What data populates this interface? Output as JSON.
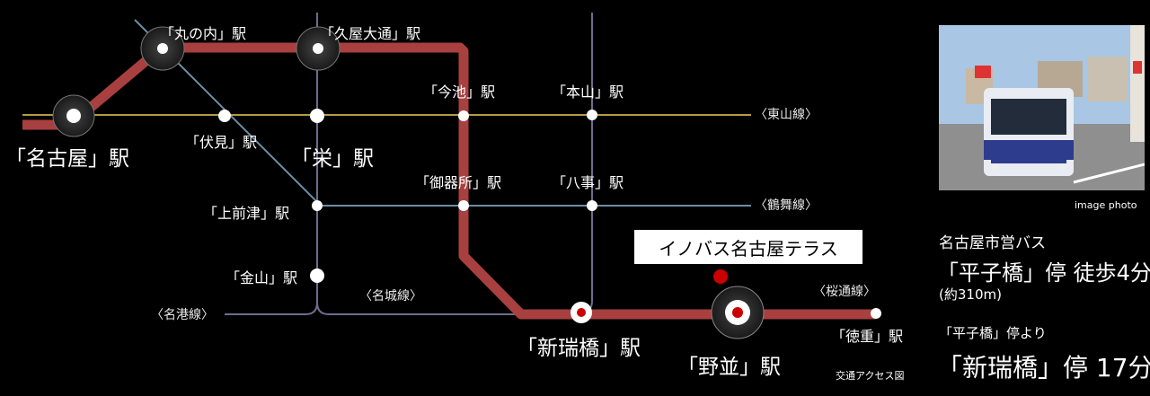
{
  "stations": {
    "nagoya": "「名古屋」駅",
    "marunouchi": "「丸の内」駅",
    "hisaya_odori": "「久屋大通」駅",
    "fushimi": "「伏見」駅",
    "sakae": "「栄」駅",
    "imaike": "「今池」駅",
    "motoyama": "「本山」駅",
    "kamimaezu": "「上前津」駅",
    "gokiso": "「御器所」駅",
    "yagoto": "「八事」駅",
    "kanayama": "「金山」駅",
    "aratamabashi": "「新瑞橋」駅",
    "nonami": "「野並」駅",
    "tokushige": "「徳重」駅"
  },
  "lines": {
    "higashiyama": "〈東山線〉",
    "tsurumai": "〈鶴舞線〉",
    "meijo": "〈名城線〉",
    "meiko": "〈名港線〉",
    "sakuradori": "〈桜通線〉"
  },
  "colors": {
    "sakuradori": "#a8403f",
    "higashiyama": "#b59a45",
    "tsurumai": "#6c8fa6",
    "meijo": "#6e6d8e",
    "meiko": "#6e6d8e",
    "destination_dot": "#cc0000"
  },
  "destination": "イノバス名古屋テラス",
  "photo": {
    "caption": "image photo"
  },
  "info": {
    "bus_operator": "名古屋市営バス",
    "bus_stop_walk": "「平子橋」停 徒歩4分",
    "distance": "(約310m)",
    "from_stop": "「平子橋」停より",
    "ride_time": "「新瑞橋」停 17分"
  },
  "footer": "交通アクセス図"
}
